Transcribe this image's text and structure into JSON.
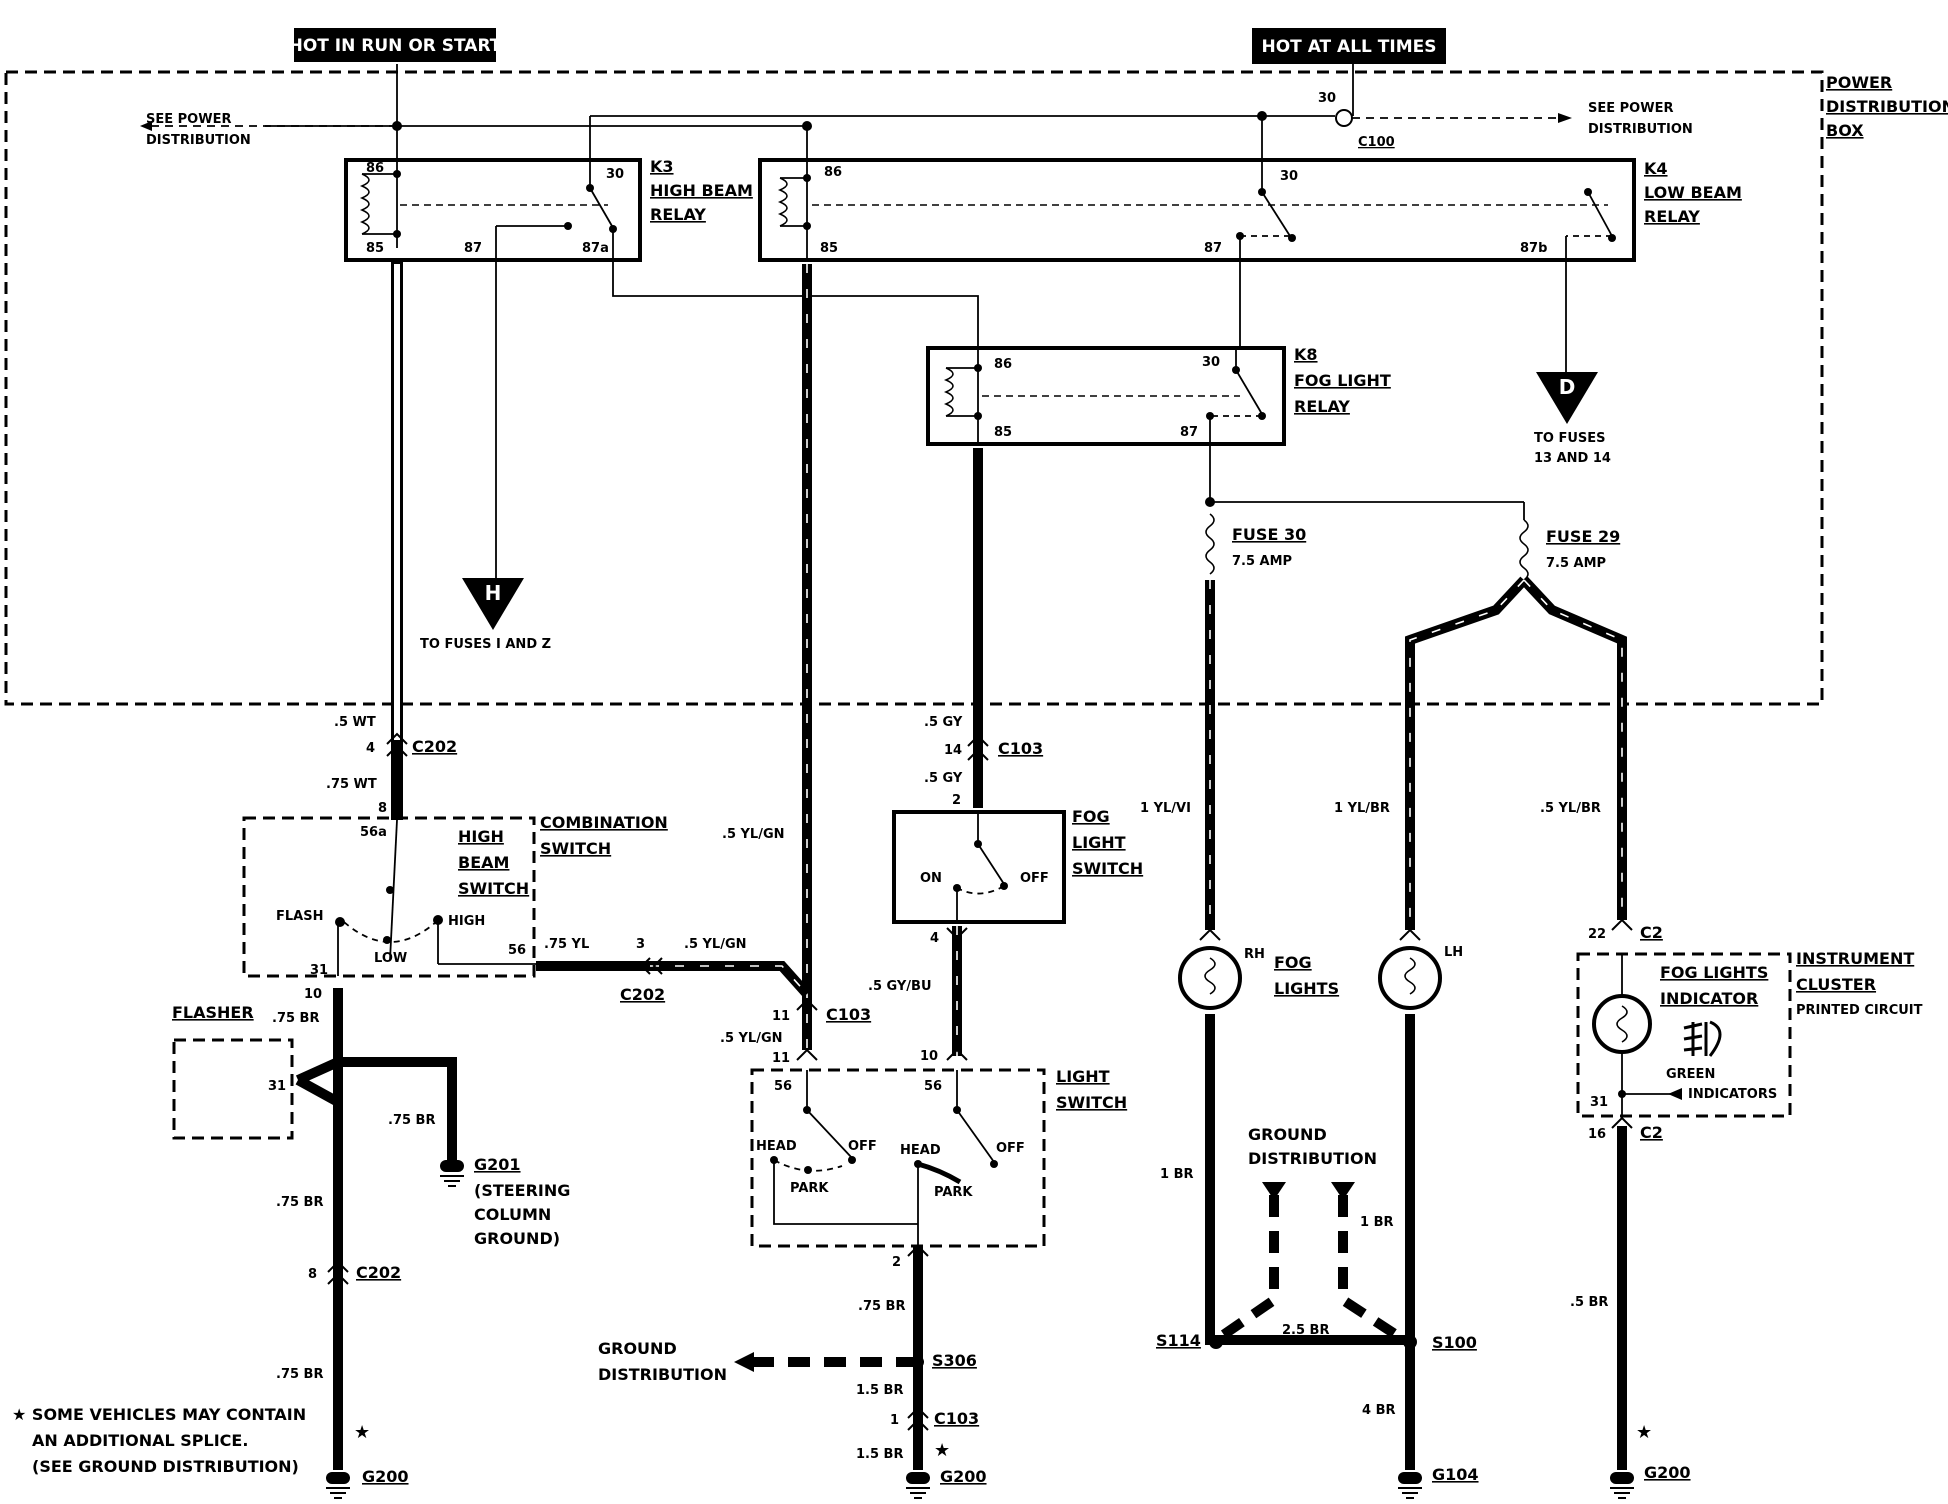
{
  "headers": {
    "hot_run": "HOT IN RUN OR START",
    "hot_all": "HOT AT ALL TIMES"
  },
  "power_box": {
    "label1": "POWER",
    "label2": "DISTRIBUTION",
    "label3": "BOX"
  },
  "see_power": {
    "left1": "SEE POWER",
    "left2": "DISTRIBUTION",
    "right1": "SEE POWER",
    "right2": "DISTRIBUTION"
  },
  "c100": {
    "name": "C100",
    "pin": "30"
  },
  "k3": {
    "id": "K3",
    "name1": "HIGH BEAM",
    "name2": "RELAY",
    "p86": "86",
    "p85": "85",
    "p30": "30",
    "p87": "87",
    "p87a": "87a"
  },
  "k4": {
    "id": "K4",
    "name1": "LOW BEAM",
    "name2": "RELAY",
    "p86": "86",
    "p85": "85",
    "p30": "30",
    "p87": "87",
    "p87b": "87b"
  },
  "k8": {
    "id": "K8",
    "name1": "FOG LIGHT",
    "name2": "RELAY",
    "p86": "86",
    "p85": "85",
    "p30": "30",
    "p87": "87"
  },
  "connector_h": {
    "letter": "H",
    "label": "TO FUSES I AND Z"
  },
  "connector_d": {
    "letter": "D",
    "label1": "TO FUSES",
    "label2": "13 AND 14"
  },
  "fuse30": {
    "name": "FUSE 30",
    "rating": "7.5 AMP"
  },
  "fuse29": {
    "name": "FUSE 29",
    "rating": "7.5 AMP"
  },
  "wires": {
    "wt5": ".5 WT",
    "wt75": ".75 WT",
    "c202_4": "4",
    "c202": "C202",
    "pin8": "8",
    "ylgn5_a": ".5 YL/GN",
    "ylgn5_b": ".5 YL/GN",
    "ylgn5_c": ".5 YL/GN",
    "yl75": ".75 YL",
    "pin3": "3",
    "c202b": "C202",
    "c103_11a": "11",
    "c103": "C103",
    "pin11b": "11",
    "gy5_a": ".5 GY",
    "pin14": "14",
    "c103b": "C103",
    "gy5_b": ".5 GY",
    "pin2": "2",
    "pin4": "4",
    "gybu": ".5 GY/BU",
    "pin10": "10",
    "ylvi": "1 YL/VI",
    "ylbr1": "1 YL/BR",
    "ylbr5": ".5 YL/BR",
    "pin22": "22",
    "c2": "C2",
    "pin31": "31",
    "pin16": "16",
    "c2b": "C2",
    "br1_a": "1 BR",
    "br1_b": "1 BR",
    "br25": "2.5 BR",
    "br4": "4 BR",
    "br5": ".5 BR",
    "pin10b": "10",
    "br75_a": ".75 BR",
    "br75_b": ".75 BR",
    "br75_c": ".75 BR",
    "br75_d": ".75 BR",
    "pin8b": "8",
    "c202c": "C202",
    "pin2b": "2",
    "br75_e": ".75 BR",
    "br15_a": "1.5 BR",
    "br15_b": "1.5 BR",
    "pin1": "1",
    "c103c": "C103"
  },
  "combo_switch": {
    "name1": "COMBINATION",
    "name2": "SWITCH",
    "sw1": "HIGH",
    "sw2": "BEAM",
    "sw3": "SWITCH",
    "p56a": "56a",
    "flash": "FLASH",
    "low": "LOW",
    "high": "HIGH",
    "p31": "31",
    "p56": "56"
  },
  "flasher": {
    "name": "FLASHER",
    "pin": "31"
  },
  "fog_switch": {
    "name1": "FOG",
    "name2": "LIGHT",
    "name3": "SWITCH",
    "on": "ON",
    "off": "OFF"
  },
  "light_switch": {
    "name1": "LIGHT",
    "name2": "SWITCH",
    "p56a": "56",
    "p56b": "56",
    "head1": "HEAD",
    "off1": "OFF",
    "park1": "PARK",
    "head2": "HEAD",
    "off2": "OFF",
    "park2": "PARK"
  },
  "fog_lights": {
    "rh": "RH",
    "lh": "LH",
    "name1": "FOG",
    "name2": "LIGHTS"
  },
  "cluster": {
    "name1": "INSTRUMENT",
    "name2": "CLUSTER",
    "name3": "PRINTED CIRCUIT",
    "ind1": "FOG LIGHTS",
    "ind2": "INDICATOR",
    "green": "GREEN",
    "indicators": "INDICATORS"
  },
  "grounds": {
    "g200a": "G200",
    "g200b": "G200",
    "g200c": "G200",
    "g104": "G104",
    "g201": "G201",
    "g201_1": "(STEERING",
    "g201_2": "COLUMN",
    "g201_3": "GROUND)"
  },
  "splices": {
    "s114": "S114",
    "s100": "S100",
    "s306": "S306"
  },
  "ground_dist": {
    "a1": "GROUND",
    "a2": "DISTRIBUTION",
    "b1": "GROUND",
    "b2": "DISTRIBUTION"
  },
  "note": {
    "l1": "SOME VEHICLES MAY CONTAIN",
    "l2": "AN ADDITIONAL SPLICE.",
    "l3": "(SEE GROUND DISTRIBUTION)"
  }
}
